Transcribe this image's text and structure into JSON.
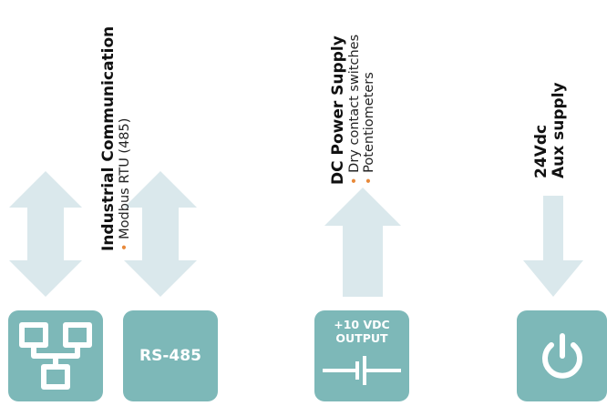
{
  "groups": [
    {
      "id": "industrial-communication",
      "title": "Industrial Communication",
      "bullets": [
        "Modbus RTU (485)"
      ]
    },
    {
      "id": "dc-power-supply",
      "title": "DC Power Supply",
      "bullets": [
        "Dry contact switches",
        "Potentiometers"
      ]
    },
    {
      "id": "aux-supply",
      "title_lines": [
        "24Vdc",
        "Aux supply"
      ]
    }
  ],
  "tiles": {
    "network": {
      "icon": "network-icon"
    },
    "rs485": {
      "label": "RS-485"
    },
    "output": {
      "label_lines": [
        "+10 VDC",
        "OUTPUT"
      ],
      "icon": "dc-source-icon"
    },
    "power": {
      "icon": "power-icon"
    }
  },
  "bullet_glyph": "•",
  "colors": {
    "tile": "#7db8b8",
    "arrow": "#dae8ec",
    "bullet": "#e8893a",
    "text": "#111111"
  }
}
